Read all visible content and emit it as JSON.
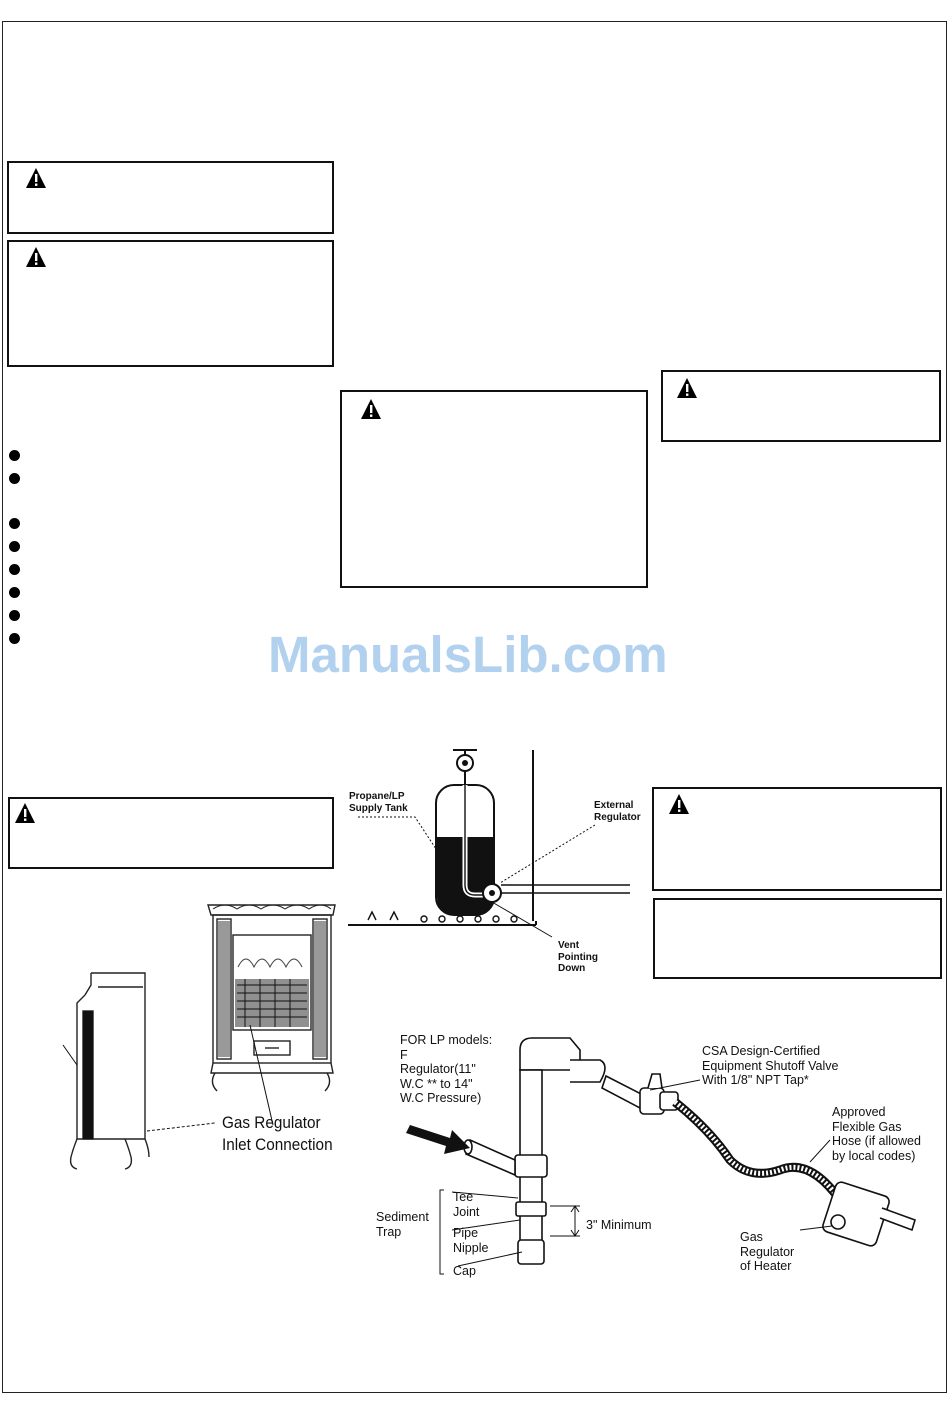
{
  "watermark": "ManualsLib.com",
  "icons": {
    "warning": "warning-triangle-icon",
    "bullet": "bullet-dot-icon"
  },
  "figures": {
    "tank": {
      "supply_tank": "Propane/LP\nSupply Tank",
      "external_regulator": "External\nRegulator",
      "vent": "Vent\nPointing\nDown"
    },
    "heater": {
      "inlet": "Gas Regulator\nInlet Connection"
    },
    "connection": {
      "lp_note": "FOR  LP  models:\nF        \nRegulator(11\"\nW.C ** to 14\"\nW.C Pressure)",
      "shutoff": "CSA Design-Certified\nEquipment Shutoff Valve\nWith 1/8\" NPT Tap*",
      "hose": "Approved\nFlexible Gas\nHose (if allowed\nby local codes)",
      "sediment": "Sediment\nTrap",
      "tee": "Tee\nJoint",
      "nipple": "Pipe\nNipple",
      "cap": "Cap",
      "minimum": "3\" Minimum",
      "gas_reg": "Gas\nRegulator\nof Heater"
    }
  }
}
